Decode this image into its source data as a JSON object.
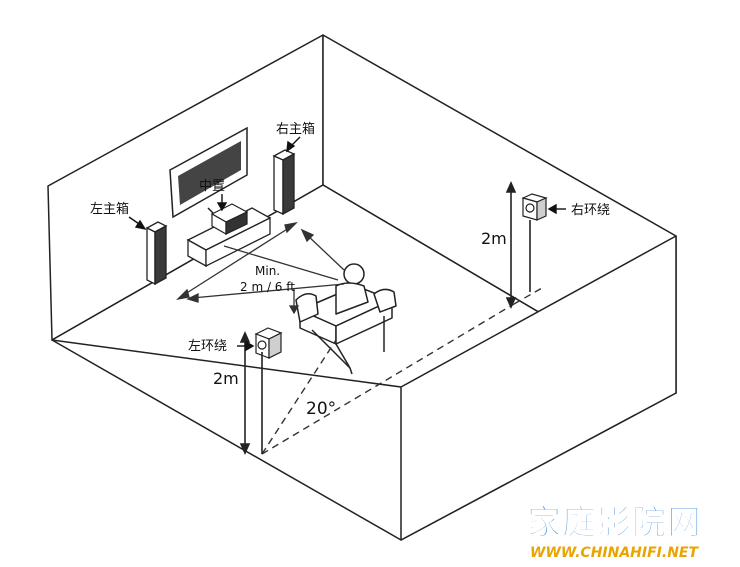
{
  "labels": {
    "left_main": "左主箱",
    "right_main": "右主箱",
    "center": "中置",
    "left_surround": "左环绕",
    "right_surround": "右环绕",
    "min_line1": "Min.",
    "min_line2": "2 m / 6 ft",
    "height_left": "2m",
    "height_right": "2m",
    "angle": "20°"
  },
  "watermark": {
    "title": "家庭影院网",
    "url": "WWW.CHINAHIFI.NET",
    "title_color": "#1f6fd1",
    "url_color": "#e8a400"
  }
}
